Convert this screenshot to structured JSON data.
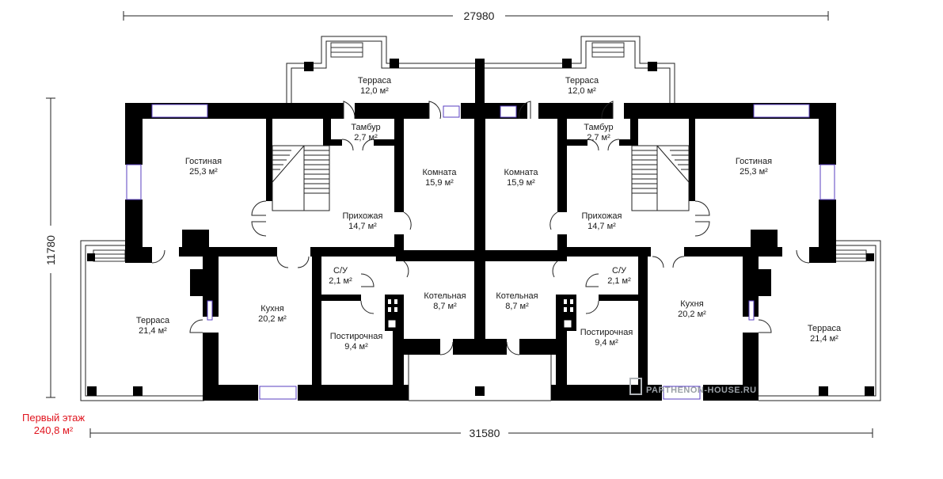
{
  "dimensions": {
    "top": "27980",
    "bottom": "31580",
    "left": "11780"
  },
  "floor": {
    "title": "Первый этаж",
    "area": "240,8 м²"
  },
  "watermark": "PARTHENON-HOUSE.RU",
  "rooms": {
    "terrace_top_left": {
      "name": "Терраса",
      "area": "12,0 м²"
    },
    "terrace_top_right": {
      "name": "Терраса",
      "area": "12,0 м²"
    },
    "vestibule_left": {
      "name": "Тамбур",
      "area": "2,7 м²"
    },
    "vestibule_right": {
      "name": "Тамбур",
      "area": "2,7 м²"
    },
    "living_left": {
      "name": "Гостиная",
      "area": "25,3 м²"
    },
    "living_right": {
      "name": "Гостиная",
      "area": "25,3 м²"
    },
    "room_left": {
      "name": "Комната",
      "area": "15,9 м²"
    },
    "room_right": {
      "name": "Комната",
      "area": "15,9 м²"
    },
    "hall_left": {
      "name": "Прихожая",
      "area": "14,7 м²"
    },
    "hall_right": {
      "name": "Прихожая",
      "area": "14,7 м²"
    },
    "wc_left": {
      "name": "С/У",
      "area": "2,1 м²"
    },
    "wc_right": {
      "name": "С/У",
      "area": "2,1 м²"
    },
    "boiler_left": {
      "name": "Котельная",
      "area": "8,7 м²"
    },
    "boiler_right": {
      "name": "Котельная",
      "area": "8,7 м²"
    },
    "laundry_left": {
      "name": "Постирочная",
      "area": "9,4 м²"
    },
    "laundry_right": {
      "name": "Постирочная",
      "area": "9,4 м²"
    },
    "kitchen_left": {
      "name": "Кухня",
      "area": "20,2 м²"
    },
    "kitchen_right": {
      "name": "Кухня",
      "area": "20,2 м²"
    },
    "terrace_side_left": {
      "name": "Терраса",
      "area": "21,4 м²"
    },
    "terrace_side_right": {
      "name": "Терраса",
      "area": "21,4 м²"
    }
  },
  "colors": {
    "wall": "#000000",
    "window": "#5a3fc0",
    "floor_label": "#e0141e"
  }
}
